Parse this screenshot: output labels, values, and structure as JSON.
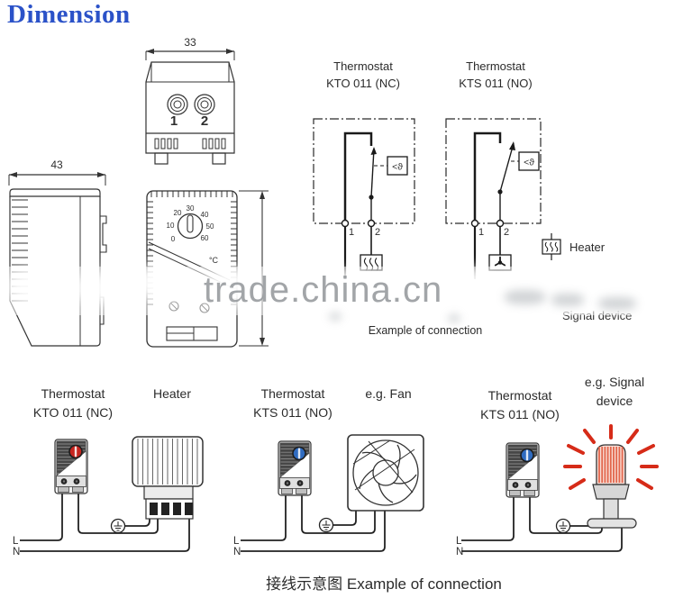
{
  "title": "Dimension",
  "colors": {
    "title_blue": "#2b52c8",
    "dial_red": "#c6241e",
    "dial_blue": "#2f6bc0",
    "ray_red": "#d62b18"
  },
  "top_view": {
    "width": "33",
    "t1": "1",
    "t2": "2"
  },
  "side_view": {
    "width": "43"
  },
  "front_view": {
    "scale": [
      "0",
      "10",
      "20",
      "30",
      "40",
      "50",
      "60"
    ],
    "unit": "°C"
  },
  "kto": {
    "line1": "Thermostat",
    "line2": "KTO 011 (NC)",
    "t1": "1",
    "t2": "2",
    "sensor": "<ϑ"
  },
  "kts": {
    "line1": "Thermostat",
    "line2": "KTS 011 (NO)",
    "t1": "1",
    "t2": "2",
    "sensor": "<ϑ"
  },
  "legend": {
    "heater": "Heater",
    "signal": "Signal device",
    "caption": "Example of connection"
  },
  "watermark": "trade.china.cn",
  "ex_a": {
    "line1": "Thermostat",
    "line2": "KTO 011 (NC)",
    "load": "Heater",
    "l": "L",
    "n": "N"
  },
  "ex_b": {
    "line1": "Thermostat",
    "line2": "KTS 011 (NO)",
    "load": "e.g. Fan",
    "l": "L",
    "n": "N"
  },
  "ex_c": {
    "line1": "Thermostat",
    "line2": "KTS 011 (NO)",
    "load1": "e.g. Signal",
    "load2": "device",
    "l": "L",
    "n": "N"
  },
  "bottom_caption": "接线示意图 Example of connection"
}
